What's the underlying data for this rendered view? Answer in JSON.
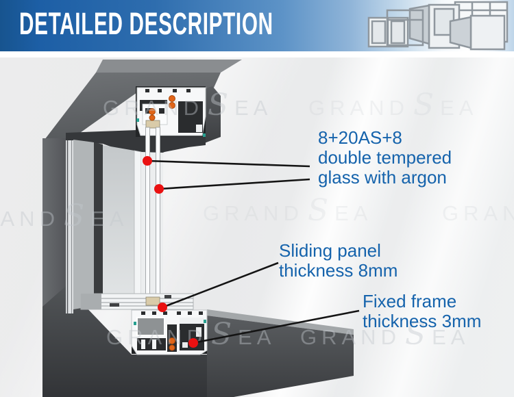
{
  "header": {
    "title": "DETAILED DESCRIPTION",
    "banner_color_left": "#1d5fa6",
    "banner_color_right": "#ffffff"
  },
  "annotations": {
    "glass": {
      "lines": [
        "8+20AS+8",
        "double tempered",
        "glass with argon"
      ]
    },
    "sliding": {
      "lines": [
        "Sliding panel",
        "thickness 8mm"
      ]
    },
    "fixed": {
      "lines": [
        "Fixed frame",
        "thickness 3mm"
      ]
    }
  },
  "watermark": {
    "part1": "GRAND",
    "script": "S",
    "part2": "EA"
  },
  "colors": {
    "annotation_blue": "#1563ac",
    "callout_red": "#ea1111",
    "fastener_orange": "#e06418",
    "beam_gray": "#606366",
    "background": "#ecedee"
  }
}
